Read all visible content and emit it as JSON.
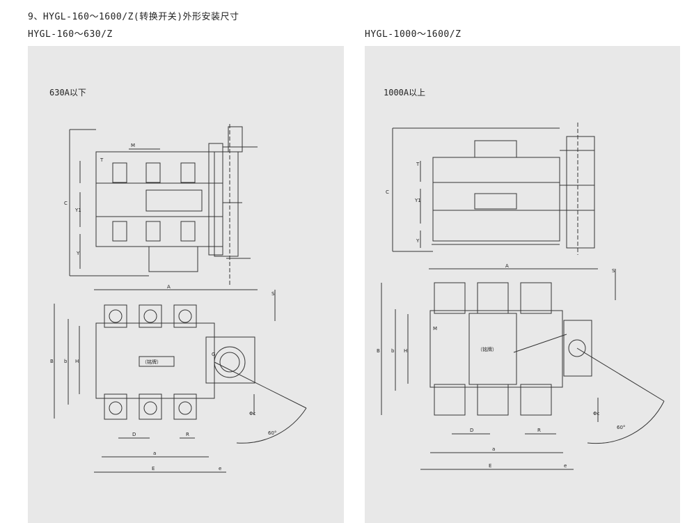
{
  "header": {
    "title": "9、HYGL-160～1600/Z(转换开关)外形安装尺寸",
    "left_subtitle": "HYGL-160～630/Z",
    "right_subtitle": "HYGL-1000～1600/Z"
  },
  "left_panel": {
    "label": "630A以下",
    "nameplate": "（铭牌）",
    "dims": {
      "A": "A",
      "S": "S",
      "B": "B",
      "b": "b",
      "H": "H",
      "C": "C",
      "T": "T",
      "Y1": "Y1",
      "Y": "Y",
      "M": "M",
      "D": "D",
      "R": "R",
      "a": "a",
      "E": "E",
      "e": "e",
      "phi_c": "Φc",
      "G": "G",
      "angle": "60°"
    }
  },
  "right_panel": {
    "label": "1000A以上",
    "nameplate": "（铭牌）",
    "dims": {
      "A": "A",
      "S": "S",
      "B": "B",
      "b": "b",
      "H": "H",
      "C": "C",
      "T": "T",
      "Y1": "Y1",
      "Y": "Y",
      "M": "M",
      "D": "D",
      "R": "R",
      "a": "a",
      "E": "E",
      "e": "e",
      "phi_c": "Φc",
      "angle": "60°"
    }
  }
}
